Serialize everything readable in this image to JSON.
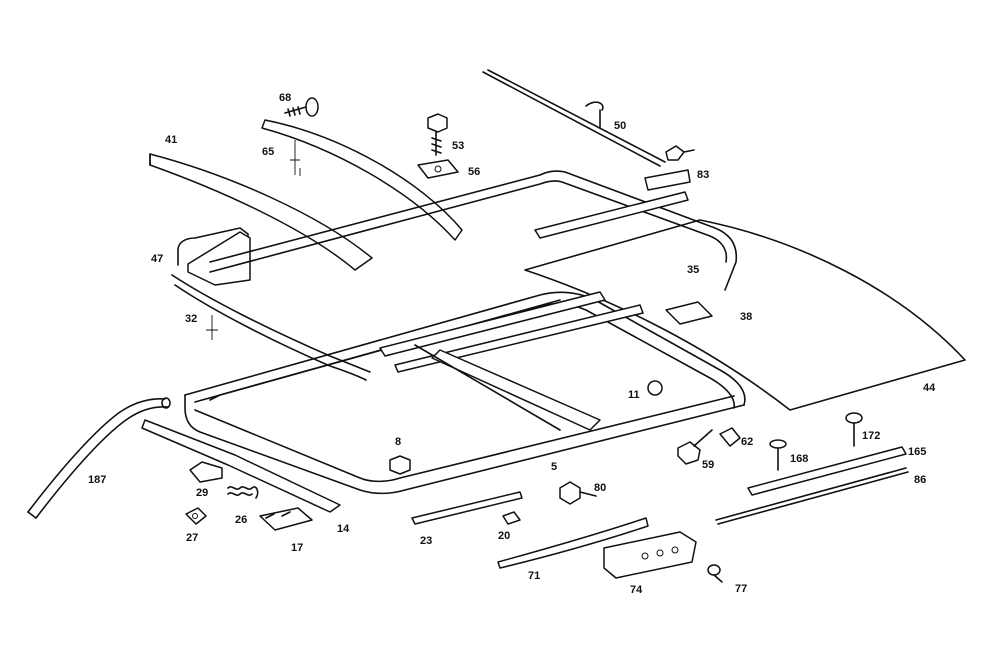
{
  "diagram": {
    "labels": {
      "l187": "187",
      "l41": "41",
      "l47": "47",
      "l32": "32",
      "l68": "68",
      "l65": "65",
      "l53": "53",
      "l56": "56",
      "l50": "50",
      "l83": "83",
      "l35": "35",
      "l38": "38",
      "l44": "44",
      "l11": "11",
      "l8": "8",
      "l5": "5",
      "l29": "29",
      "l26": "26",
      "l27": "27",
      "l17": "17",
      "l14": "14",
      "l23": "23",
      "l20": "20",
      "l80": "80",
      "l59": "59",
      "l62": "62",
      "l168": "168",
      "l172": "172",
      "l165": "165",
      "l86": "86",
      "l71": "71",
      "l74": "74",
      "l77": "77"
    }
  }
}
